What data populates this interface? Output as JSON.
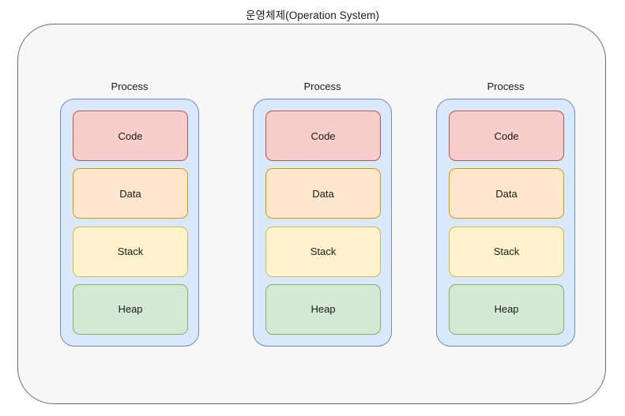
{
  "diagram": {
    "title": "운영체제(Operation System)",
    "container_label": "operating-system",
    "colors": {
      "page_background": "#ffffff",
      "os_container_fill": "#f7f7f7",
      "os_container_border": "#6b6b6b",
      "process_fill": "#dae8fc",
      "process_border": "#6c8ebf",
      "code_fill": "#f8cecc",
      "code_border": "#b85450",
      "data_fill": "#ffe6cc",
      "data_border": "#d79b00",
      "stack_fill": "#fff2cc",
      "stack_border": "#d6b656",
      "heap_fill": "#d5e8d4",
      "heap_border": "#82b366",
      "text": "#1a1a1a"
    },
    "processes": [
      {
        "label": "Process",
        "segments": [
          {
            "label": "Code"
          },
          {
            "label": "Data"
          },
          {
            "label": "Stack"
          },
          {
            "label": "Heap"
          }
        ]
      },
      {
        "label": "Process",
        "segments": [
          {
            "label": "Code"
          },
          {
            "label": "Data"
          },
          {
            "label": "Stack"
          },
          {
            "label": "Heap"
          }
        ]
      },
      {
        "label": "Process",
        "segments": [
          {
            "label": "Code"
          },
          {
            "label": "Data"
          },
          {
            "label": "Stack"
          },
          {
            "label": "Heap"
          }
        ]
      }
    ]
  }
}
